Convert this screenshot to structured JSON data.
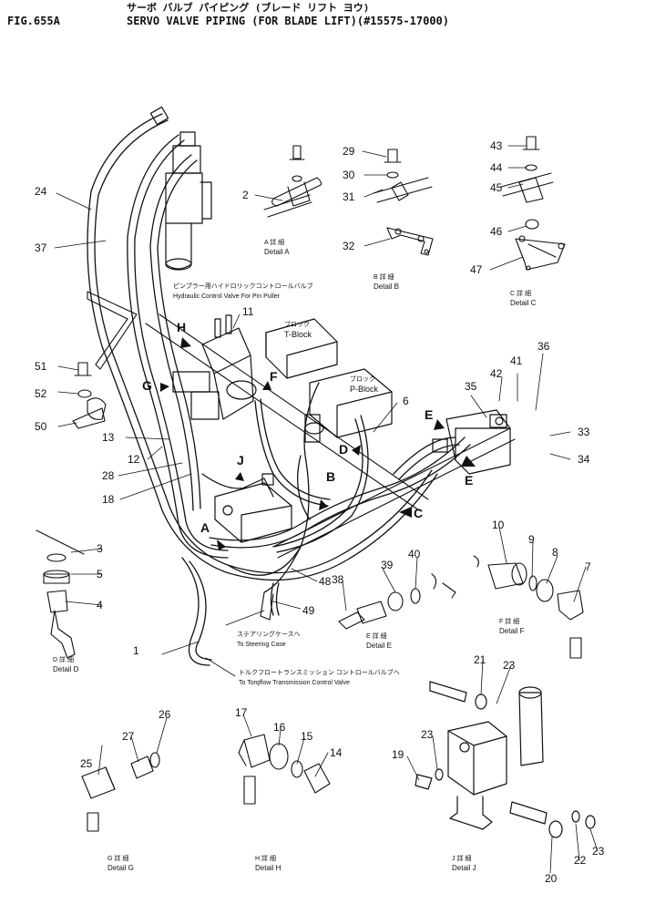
{
  "header": {
    "fig": "FIG.655A",
    "jp_title": "サーボ バルブ パイピング (ブレード リフト ヨウ)",
    "title": "SERVO VALVE PIPING (FOR BLADE LIFT)(#15575-17000)"
  },
  "part_numbers": {
    "n1": "1",
    "n2": "2",
    "n3": "3",
    "n4": "4",
    "n5": "5",
    "n6": "6",
    "n7": "7",
    "n8": "8",
    "n9": "9",
    "n10": "10",
    "n11": "11",
    "n12": "12",
    "n13": "13",
    "n14": "14",
    "n15": "15",
    "n16": "16",
    "n17": "17",
    "n18": "18",
    "n19": "19",
    "n20": "20",
    "n21": "21",
    "n22": "22",
    "n23": "23",
    "n24": "24",
    "n25": "25",
    "n26": "26",
    "n27": "27",
    "n28": "28",
    "n29": "29",
    "n30": "30",
    "n31": "31",
    "n32": "32",
    "n33": "33",
    "n34": "34",
    "n35": "35",
    "n36": "36",
    "n37": "37",
    "n38": "38",
    "n39": "39",
    "n40": "40",
    "n41": "41",
    "n42": "42",
    "n43": "43",
    "n44": "44",
    "n45": "45",
    "n46": "46",
    "n47": "47",
    "n48": "48",
    "n49": "49",
    "n50": "50",
    "n51": "51",
    "n52": "52"
  },
  "view_letters": {
    "A": "A",
    "B": "B",
    "C": "C",
    "D": "D",
    "E": "E",
    "F": "F",
    "G": "G",
    "H": "H",
    "J": "J"
  },
  "details": {
    "A": {
      "jp": "A 詳 細",
      "en": "Detail A"
    },
    "B": {
      "jp": "B 詳 細",
      "en": "Detail B"
    },
    "C": {
      "jp": "C 詳 細",
      "en": "Detail C"
    },
    "D": {
      "jp": "D 詳 細",
      "en": "Detail D"
    },
    "E": {
      "jp": "E 詳 細",
      "en": "Detail E"
    },
    "F": {
      "jp": "F 詳 細",
      "en": "Detail F"
    },
    "G": {
      "jp": "G 詳 細",
      "en": "Detail G"
    },
    "H": {
      "jp": "H 詳 細",
      "en": "Detail H"
    },
    "J": {
      "jp": "J 詳 細",
      "en": "Detail J"
    }
  },
  "annotations": {
    "pin_puller_jp": "ピンプラー用ハイドロリックコントロールバルブ",
    "pin_puller_en": "Hydraulic Control Valve For Pin Puller",
    "t_block_jp": "ブロック",
    "t_block_en": "T-Block",
    "p_block_jp": "ブロック",
    "p_block_en": "P-Block",
    "steering_jp": "ステアリングケースへ",
    "steering_en": "To Steering Case",
    "torqflow_jp": "トルクフロートランスミッション コントロールバルブへ",
    "torqflow_en": "To Torqflow Transmission Control Valve"
  }
}
